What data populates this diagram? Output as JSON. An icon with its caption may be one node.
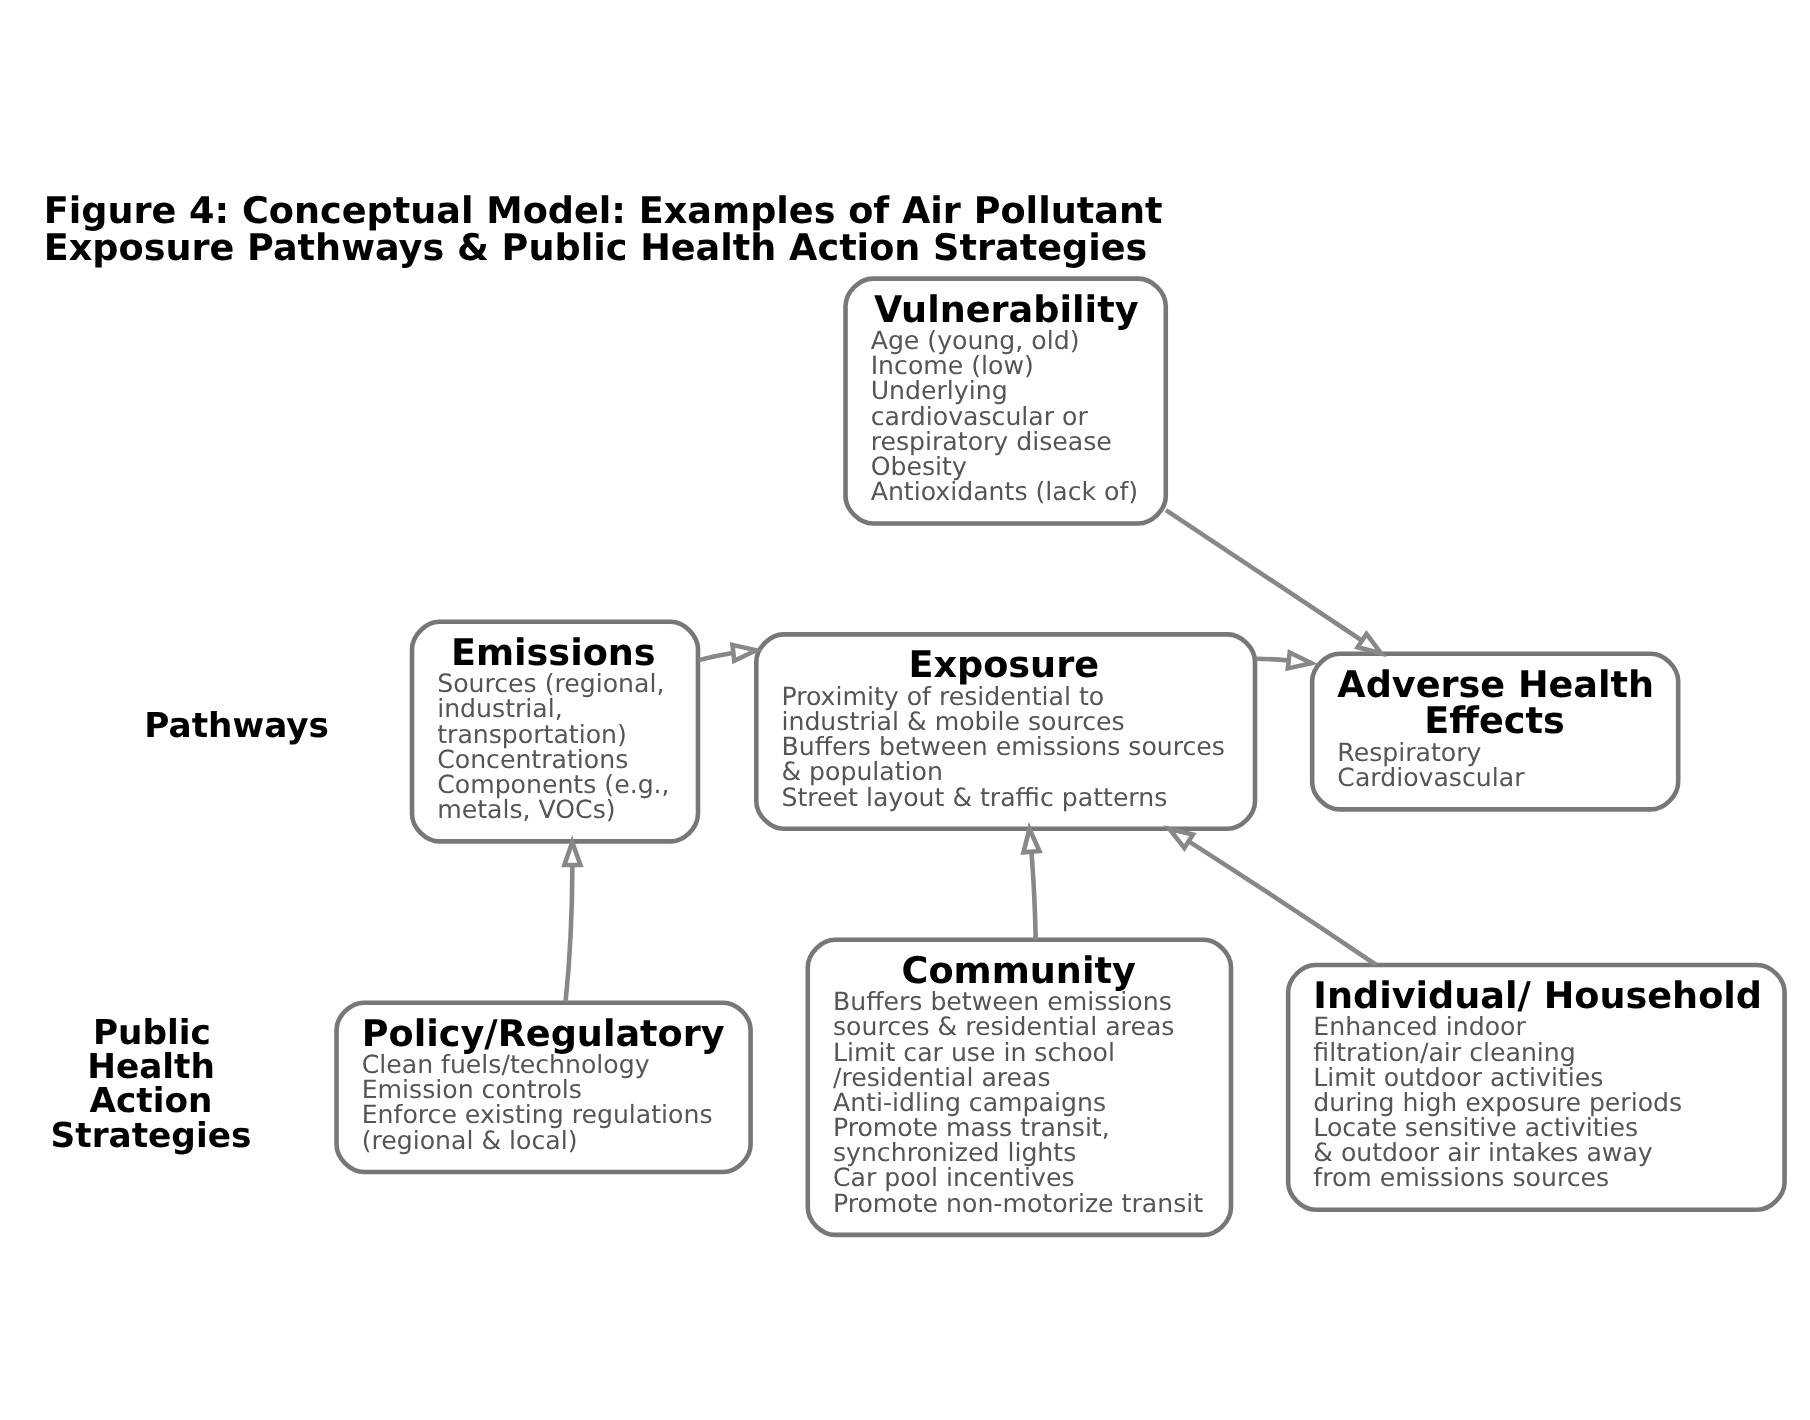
{
  "diagram": {
    "title": "Figure 4: Conceptual Model: Examples of Air Pollutant Exposure Pathways & Public Health Action Strategies",
    "nodes": [
      {
        "text": [
          "Vulnerability",
          "Age (young, old)",
          "Income (low)",
          "Underlying cardiovascular or respiratory disease",
          "Obesity",
          "Antioxidants (lack of)"
        ]
      },
      {
        "text": [
          "Emissions",
          "Sources (regional, industrial, transportation)",
          "Concentrations",
          "Components (e.g., metals, VOCs)"
        ]
      },
      {
        "text": [
          "Exposure",
          "Proximity of residential to industrial & mobile sources",
          "Buffers between emissions sources & population",
          "Street layout & traffic patterns"
        ]
      },
      {
        "text": [
          "Adverse Health Effects",
          "Respiratory",
          "Cardiovascular"
        ]
      },
      {
        "text": [
          "Policy/Regulatory",
          "Clean fuels/technology",
          "Emission controls",
          "Enforce existing regulations (regional & local)"
        ]
      },
      {
        "text": [
          "Community",
          "Buffers between emissions sources & residential areas",
          "Limit car use in school /residential areas",
          "Anti-idling campaigns",
          "Promote mass transit, synchronized lights",
          "Car pool incentives",
          "Promote non-motorize transit"
        ]
      },
      {
        "text": [
          "Individual/ Household",
          "Enhanced indoor filtration/air cleaning",
          "Limit outdoor activities during high exposure periods",
          "Locate sensitive activities & outdoor air intakes away from emissions sources"
        ]
      }
    ],
    "edges": [
      {
        "from": 1,
        "to": 2,
        "arrow": "to"
      },
      {
        "from": 2,
        "to": 3,
        "arrow": "to"
      },
      {
        "from": 0,
        "to": 3,
        "arrow": "to"
      },
      {
        "from": 4,
        "to": 1,
        "arrow": "to"
      },
      {
        "from": 5,
        "to": 2,
        "arrow": "to"
      },
      {
        "from": 6,
        "to": 2,
        "arrow": "to"
      }
    ],
    "labels": [
      "Pathways",
      "Public Health Action Strategies"
    ]
  }
}
